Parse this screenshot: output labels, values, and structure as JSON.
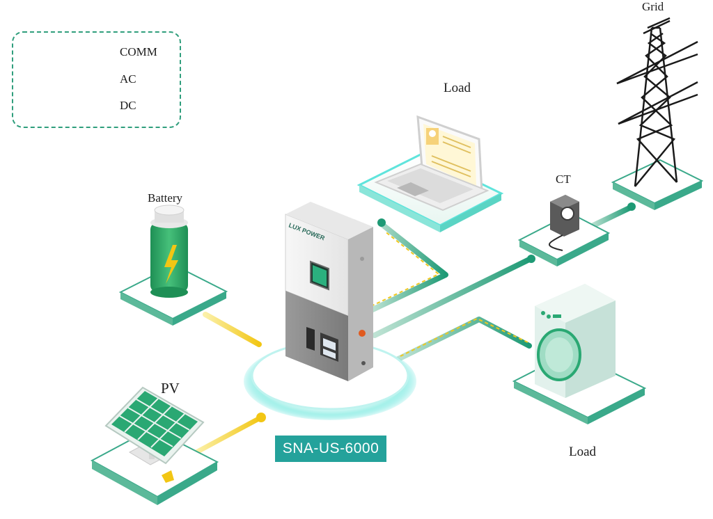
{
  "legend": {
    "comm": "COMM",
    "ac": "AC",
    "dc": "DC"
  },
  "labels": {
    "grid": "Grid",
    "load_top": "Load",
    "ct": "CT",
    "battery": "Battery",
    "pv": "PV",
    "load_bottom": "Load",
    "model": "SNA-US-6000",
    "brand": "LUX POWER"
  },
  "colors": {
    "ac": "#1e9a75",
    "dc": "#f2cd1b",
    "comm": "#f0c820",
    "platform_edge": "#3aa98a",
    "badge": "#24a29b"
  }
}
